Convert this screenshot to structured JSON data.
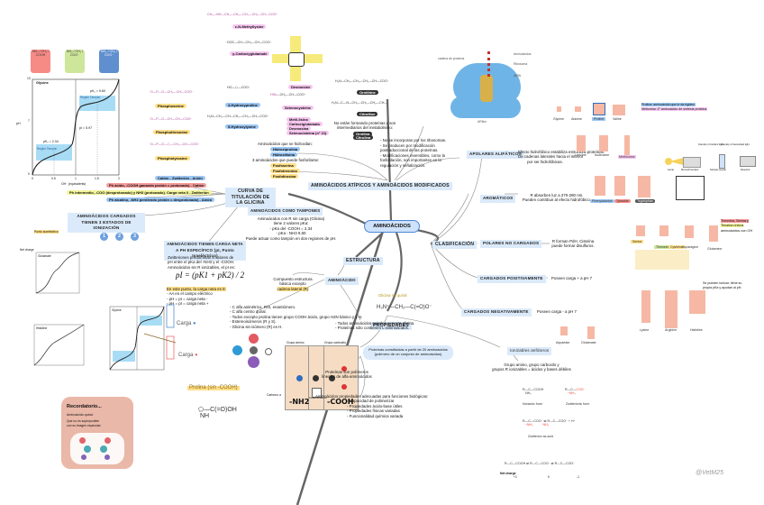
{
  "root": {
    "label": "AMINOÁCIDOS"
  },
  "branches": {
    "atipicos": {
      "label": "AMINOÁCIDOS ATÍPICOS Y AMINOÁCIDOS MODIFICADOS"
    },
    "curva": {
      "label": "CURVA DE TITULACIÓN DE LA GLICINA"
    },
    "estructura": {
      "label": "ESTRUCTURA"
    },
    "clasificacion": {
      "label": "CLASIFICACIÓN"
    },
    "propiedades": {
      "label": "PROPIEDADES"
    }
  },
  "atipicos": {
    "hidroxilan_intro": "Aminoácidos que se hidroxilan:",
    "hidroxilan": [
      "Hidroxiprolina",
      "Hidroxilisina"
    ],
    "fosforilan_intro": "3 aminoácidos que puede fosforilarse:",
    "fosforilan": [
      "Fosfoserina",
      "Fosfotreonina",
      "Fosfotirosina"
    ],
    "list_pink": [
      "Metil-lisina",
      "Carboxiglutamato",
      "Desmosina",
      "Selenocisteína (n° 21)"
    ],
    "not_in_proteins": "No están formando proteínas y son intermediarios del metabolismo:",
    "not_in_proteins_tags": [
      "Ornitina",
      "Citrulina"
    ],
    "ribosome_note": [
      "- No se incorporan por los ribosomas.",
      "- Se producen por modificación postraduccional de las proteínas.",
      "- Modificaciones reversibles, como la fosforilación, son importantes en la regulación y señalización."
    ],
    "molecules": [
      "ε-N-Methyllysine",
      "γ-Carboxyglutamate",
      "Desmosine",
      "Phosphoserine",
      "Phosphothreonine",
      "Phosphotyrosine",
      "4-Hydroxyproline",
      "5-Hydroxylysine",
      "Selenocysteine",
      "Ornithine",
      "Citrulline"
    ]
  },
  "curva": {
    "states": [
      {
        "text": "Catión - Zwitterión - Anión",
        "hl": "b"
      },
      {
        "text": "Ph ácido, -COOH ganando protón = protonado) - Catión",
        "hl": "r"
      },
      {
        "text": "Ph intermedio, -COO (desprotonado) y NH3 (protonado). Carga neta 0 - Zwitterión",
        "hl": "y"
      },
      {
        "text": "Ph alcalino, -NH2 perdiendo protón = desprotonado) - Anión",
        "hl": "b"
      }
    ],
    "tres_estados": "AMINOÁCIDOS CARGADOS TIENEN 3 ESTADOS DE IONIZACIÓN",
    "numbers": [
      "1",
      "2",
      "3"
    ],
    "tampones": {
      "title": "AMINOÁCIDOS COMO TAMPONES",
      "lines": [
        "Aminoácidos con R sin carga (Glicina)",
        "tiene 2 valores pKa:",
        "- pKa del -COOH = 2,34",
        "- pKa - NH3 9,60",
        "Puede actuar como tampón en dos regiones de pH."
      ]
    },
    "carga_neta": {
      "title": "AMINOÁCIDOS TIENEN CARGA NETA A PH ESPECÍFICO (pI, Punto Isoeléctrico)",
      "lines": [
        "Zwitteriones predominan a valores de pH entre el pKa del -NH3 y el -COOH.",
        "Aminoácidos sin R ionizables, el pI es:"
      ],
      "formula": "pI = (pK1 + pK2) / 2",
      "pi_lines": [
        "En este punto, la carga neta es 0:",
        "- AA en el campo eléctrico",
        "- pH = pI = carga neta -",
        "- pH = pI = carga neta +"
      ]
    },
    "glycine_chart": {
      "title": "Glycine",
      "xlabel": "OH⁻ (equivalents)",
      "ylabel": "pH",
      "yticks": [
        "0",
        "7",
        "13"
      ],
      "xticks": [
        "0",
        "0.5",
        "1",
        "1.5",
        "2"
      ],
      "pk1": "pK₁ = 2.34",
      "pk2": "pK₂ = 9.60",
      "pi": "pI = 5.97",
      "region": "Región Tampón",
      "species": [
        "NH₃ / CH₂ / COOH",
        "NH₃ / CH₂ / COO⁻",
        "NH₂ / CH₂ / COO⁻"
      ]
    },
    "carga_labels": [
      "Carga",
      "Carga"
    ],
    "small_charts": [
      "Glutamate",
      "Histidine",
      "Glycine"
    ],
    "punto_isoelectrico": "Punto isoeléctrico",
    "net_charge": "Net charge"
  },
  "estructura": {
    "aminoacido_label": "AMINOÁCIDO",
    "quiral": [
      "Compuesto estructura",
      "básica excepto",
      "cadena lateral (R)"
    ],
    "features": [
      "- C alfa asimétrico, R/S, enantiómero.",
      "- C alfa centro quiral.",
      "- Todos excepto prolina tienen grupo COOH ácido, grupo H2N básico y 1 H.",
      "- Estereoisómeros (R y S).",
      "- Glicina sin isómero (R) es H."
    ],
    "alpha_note": [
      "- Todos aminoácidos quirales excepto glicina.",
      "- Proteínas sólo contienen L-aminoácidos."
    ],
    "glicina_quiral": "Glicina no quiral",
    "prolina": "Prolina (sin -COOH)",
    "grupo_amino": "Grupo amino",
    "grupo_carboxilo": "Grupo carboxilo",
    "carbono": "Carbono α",
    "cadena": "Cadena lateral",
    "nh2": "-NH2",
    "cooh": "-COOH",
    "recordatorio": {
      "title": "Recordatorio...",
      "lines": [
        "Aminoácido quiral:",
        "Que no es superponible",
        "con su imagen especular"
      ]
    }
  },
  "clasificacion": {
    "groups": [
      {
        "label": "APOLARES ALIFÁTICOS",
        "desc": [
          "Efecto hidrofóbico estabiliza estructura proteínas.",
          "De cadenas laterales hacia el interior",
          "por ser hidrofóbicas."
        ]
      },
      {
        "label": "AROMÁTICOS",
        "desc": [
          "R absorben luz a 270-280 nm.",
          "Pueden contribuir al efecto hidrofóbico."
        ]
      },
      {
        "label": "POLARES NO CARGADOS",
        "desc": [
          "R forman PdH. Cisteína puede formar disulfuros."
        ]
      },
      {
        "label": "CARGADOS POSITIVAMENTE",
        "desc": [
          "Poseen carga + a pH 7"
        ]
      },
      {
        "label": "CARGADOS NEGATIVAMENTE",
        "desc": [
          "Poseen carga - a pH 7"
        ]
      }
    ],
    "aliphatic": [
      "Glycine",
      "Alanine",
      "Proline",
      "Valine",
      "Leucine",
      "Isoleucine",
      "Methionine"
    ],
    "aromatic": [
      "Phenylalanine",
      "Tyrosine",
      "Tryptophan"
    ],
    "polar": [
      "Serine",
      "Threonine",
      "Cysteine",
      "Asparagine",
      "Glutamine"
    ],
    "positive": [
      "Lysine",
      "Arginine",
      "Histidine"
    ],
    "negative": [
      "Aspartate",
      "Glutamate"
    ],
    "prolina_note": [
      "Prolina: aminoácido que le da rigidez.",
      "Metionina: 1º aminoácido de síntesis proteica."
    ],
    "polar_note": [
      "Treonina, Serina y",
      "Tirosina únicos",
      "aminoácidos con OH"
    ],
    "positive_note": [
      "Se pueden ionizar, tiene su",
      "propia pKa y ayudan al pH."
    ],
    "spectro_labels": [
      "Lamp",
      "Monochromator",
      "Intensity of incident light",
      "Sample cuvette",
      "Intensity of transmitted light",
      "Detector"
    ]
  },
  "ribosoma": {
    "labels": [
      "Aminoácidos",
      "Ribosoma",
      "tARN",
      "cadena de proteína",
      "ARNm"
    ]
  },
  "propiedades": {
    "proteinas": [
      "Proteínas constituidas a partir de 20 aminoácidos",
      "(polímero de un conjunto de aminoácidos)"
    ],
    "polimeros": [
      "Proteínas son polímeros",
      "lineales de alfa-aminoácidos"
    ],
    "ionizables": {
      "label": "Ionizables anfóteros",
      "desc": [
        "Grupo amino, grupo carboxilo y",
        "grupos R ionizables = ácidos y bases débiles"
      ]
    },
    "biologicas": [
      "Aminoácidos propiedades adecuadas para funciones biológicas:",
      "- Capacidad de polimerizar",
      "- Propiedades ácido-base útiles",
      "- Propiedades físicas variadas",
      "- Funcionalidad química variada"
    ],
    "forms": [
      "Nonionic form",
      "Zwitterionic form",
      "Zwitterion as acid"
    ],
    "charges": [
      "+1",
      "0",
      "-1"
    ]
  },
  "watermark": "@VetM25"
}
